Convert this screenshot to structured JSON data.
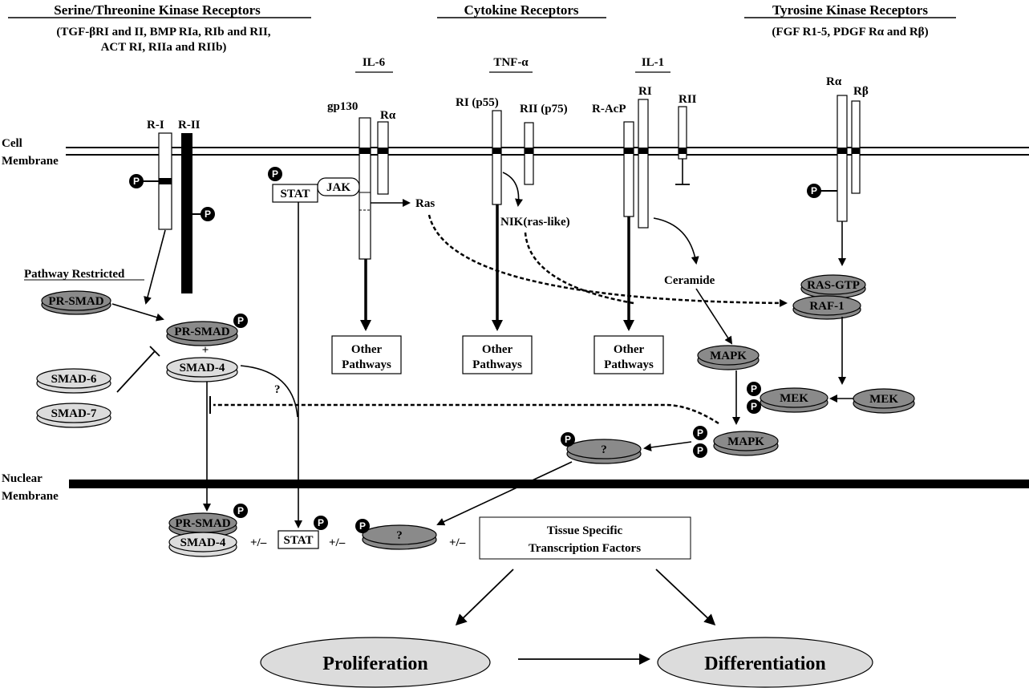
{
  "headings": {
    "ser_thr": "Serine/Threonine Kinase Receptors",
    "ser_thr_sub1": "(TGF-βRI and II, BMP RIa, RIb and RII,",
    "ser_thr_sub2": "ACT RI, RIIa and RIIb)",
    "cytokine": "Cytokine Receptors",
    "tyrosine": "Tyrosine Kinase Receptors",
    "tyrosine_sub": "(FGF R1-5, PDGF Rα and Rβ)"
  },
  "membranes": {
    "cell_1": "Cell",
    "cell_2": "Membrane",
    "nuclear_1": "Nuclear",
    "nuclear_2": "Membrane"
  },
  "receptors": {
    "il6": "IL-6",
    "tnf": "TNF-α",
    "il1": "IL-1",
    "r_i": "R-I",
    "r_ii": "R-II",
    "gp130": "gp130",
    "r_alpha_il6": "Rα",
    "ri_p55": "RI (p55)",
    "rii_p75": "RII (p75)",
    "r_acp": "R-AcP",
    "il1_ri": "RI",
    "il1_rii": "RII",
    "tk_ra": "Rα",
    "tk_rb": "Rβ"
  },
  "nodes": {
    "p": "P",
    "jak": "JAK",
    "stat": "STAT",
    "ras": "Ras",
    "nik": "NIK(ras-like)",
    "ceramide": "Ceramide",
    "pathway_restricted": "Pathway Restricted",
    "pr_smad": "PR-SMAD",
    "pr_smad_p": "PR-SMAD",
    "smad4": "SMAD-4",
    "smad6": "SMAD-6",
    "smad7": "SMAD-7",
    "question": "?",
    "other1": "Other",
    "other2": "Pathways",
    "ras_gtp": "RAS-GTP",
    "raf1": "RAF-1",
    "mapk": "MAPK",
    "mek": "MEK",
    "tissue1": "Tissue Specific",
    "tissue2": "Transcription Factors",
    "plusminus": "+/–",
    "plus": "+",
    "proliferation": "Proliferation",
    "differentiation": "Differentiation"
  },
  "colors": {
    "dark_fill": "#8a8a8a",
    "light_fill": "#dcdcdc",
    "black": "#000000"
  }
}
